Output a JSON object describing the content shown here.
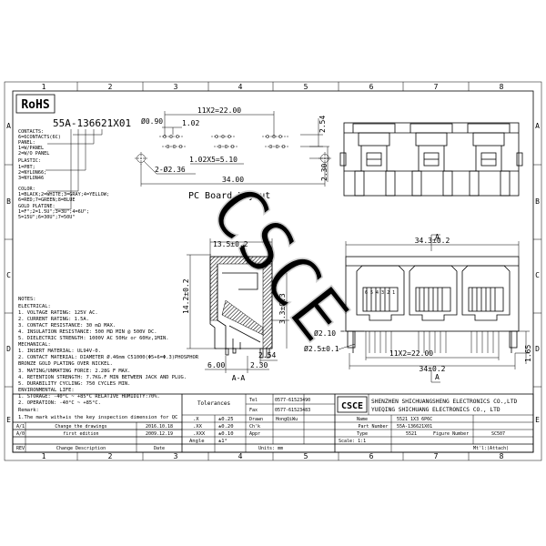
{
  "frame": {
    "col_labels": [
      "1",
      "2",
      "3",
      "4",
      "5",
      "6",
      "7",
      "8"
    ],
    "row_labels": [
      "A",
      "B",
      "C",
      "D",
      "E"
    ]
  },
  "rohs": "RoHS",
  "part_code": "55A-136621X01",
  "legend": [
    "CONTACTS:",
    "6=6CONTACTS(6C)",
    "PANEL:",
    "1=W/PANEL",
    "2=W/O PANEL",
    "PLASTIC:",
    "1=PBT;",
    "2=NYLON66;",
    "3=NYLON46",
    "COLOR:",
    "1=BLACK;2=WHITE;3=GRAY;4=YELLOW;",
    "6=RED;7=GREEN;8=BLUE",
    "GOLD PLATINE:",
    "1=F\";2=1.5U\";3=3U\";4=6U\";",
    "5=15U\";6=30U\";7=50U\""
  ],
  "pcb": {
    "title": "PC Board Layout",
    "dim_11x2": "11X2=22.00",
    "dim_090": "Ø0.90",
    "dim_102": "1.02",
    "dim_102x5": "1.02X5=5.10",
    "dim_2236": "2-Ø2.36",
    "dim_3400": "34.00",
    "dim_254": "2.54",
    "dim_230": "2.30"
  },
  "side": {
    "dim_135": "13.5±0.2",
    "dim_142": "14.2±0.2",
    "dim_33": "3.3±0.3",
    "dim_254": "2.54",
    "dim_600": "6.00",
    "dim_230": "2.30",
    "section": "A-A"
  },
  "front": {
    "dim_343": "34.3±0.2",
    "dim_210": "Ø2.10",
    "dim_25": "Ø2.5±0.1",
    "dim_11x2": "11X2=22.00",
    "dim_34": "34±0.2",
    "dim_165": "1.65",
    "pin_labels": "6 5 4 3 2 1",
    "sec_a": "A"
  },
  "notes": [
    "NOTES:",
    "ELECTRICAL:",
    "1. VOLTAGE RATING: 125V AC.",
    "2. CURRENT RATING: 1.5A.",
    "3. CONTACT RESISTANCE: 30 mΩ MAX.",
    "4. INSULATION RESISTANCE: 500 MΩ MIN @ 500V DC.",
    "5. DIELECTRIC STRENGTH: 1000V AC 50Hz or 60Hz,1MIN.",
    "MECHANICAL:",
    "1. INSERT MATERIAL: UL94V-0.",
    "2. CONTACT MATERIAL: DIAMETER Ø.46mm C51000(Φ5+6=Φ.3)PHOSPHOR",
    "   BRONZE GOLD PLATING OVER NICKEL.",
    "3. MATING/UNMATING FORCE: 2.28G F MAX.",
    "4. RETENTION STRENGTH: 7.7KG.F MIN BETWEEN JACK AND PLUG.",
    "5. DURABILITY CYCLING: 750 CYCLES MIN.",
    "ENVIRONMENTAL LIFE:",
    "1. STORAGE: -40°C ~ +85°C RELATIVE HUMIDITY:70%.",
    "2. OPERATION: -40°C ~ +85°C."
  ],
  "remark": {
    "label": "Remark:",
    "text": "1.The mark with★is the key inspection dimension for QC"
  },
  "title_block": {
    "tolerances": "Tolerances",
    "tol_rows": [
      [
        ".X",
        "±0.25"
      ],
      [
        ".XX",
        "±0.20"
      ],
      [
        ".XXX",
        "±0.10"
      ],
      [
        "Angle",
        "±1°"
      ]
    ],
    "tel_label": "Tel",
    "tel_value": "0577-61523490",
    "fax_label": "Fax",
    "fax_value": "0577-61523483",
    "drawn": "Drawn",
    "drawn_by": "HongQiWu",
    "chk": "Ch'k",
    "appr": "Appr",
    "logo": "CSCE",
    "company_en1": "SHENZHEN SHICHUANGSHENG ELECTRONICS CO.,LTD",
    "company_en2": "YUEQING SHICHUANG ELECTRONICS CO., LTD",
    "name_label": "Name",
    "name_value": "5521 1X3 6P6C",
    "partno_label": "Part Number",
    "partno_value": "55A-136621X01",
    "type_label": "Type",
    "type_value": "5521",
    "figure_label": "Figure Number",
    "figure_value": "SC507",
    "units": "Units: mm",
    "scale": "Scale: 1:1",
    "sheet": "Mt'l:(Attach)",
    "revisions": [
      [
        "A/1",
        "Change the drawings",
        "2016.10.18"
      ],
      [
        "A/0",
        "first edition",
        "2009.12.19"
      ]
    ],
    "rev_head": [
      "REV",
      "Change Description",
      "Date"
    ]
  },
  "watermark": "CSCE"
}
